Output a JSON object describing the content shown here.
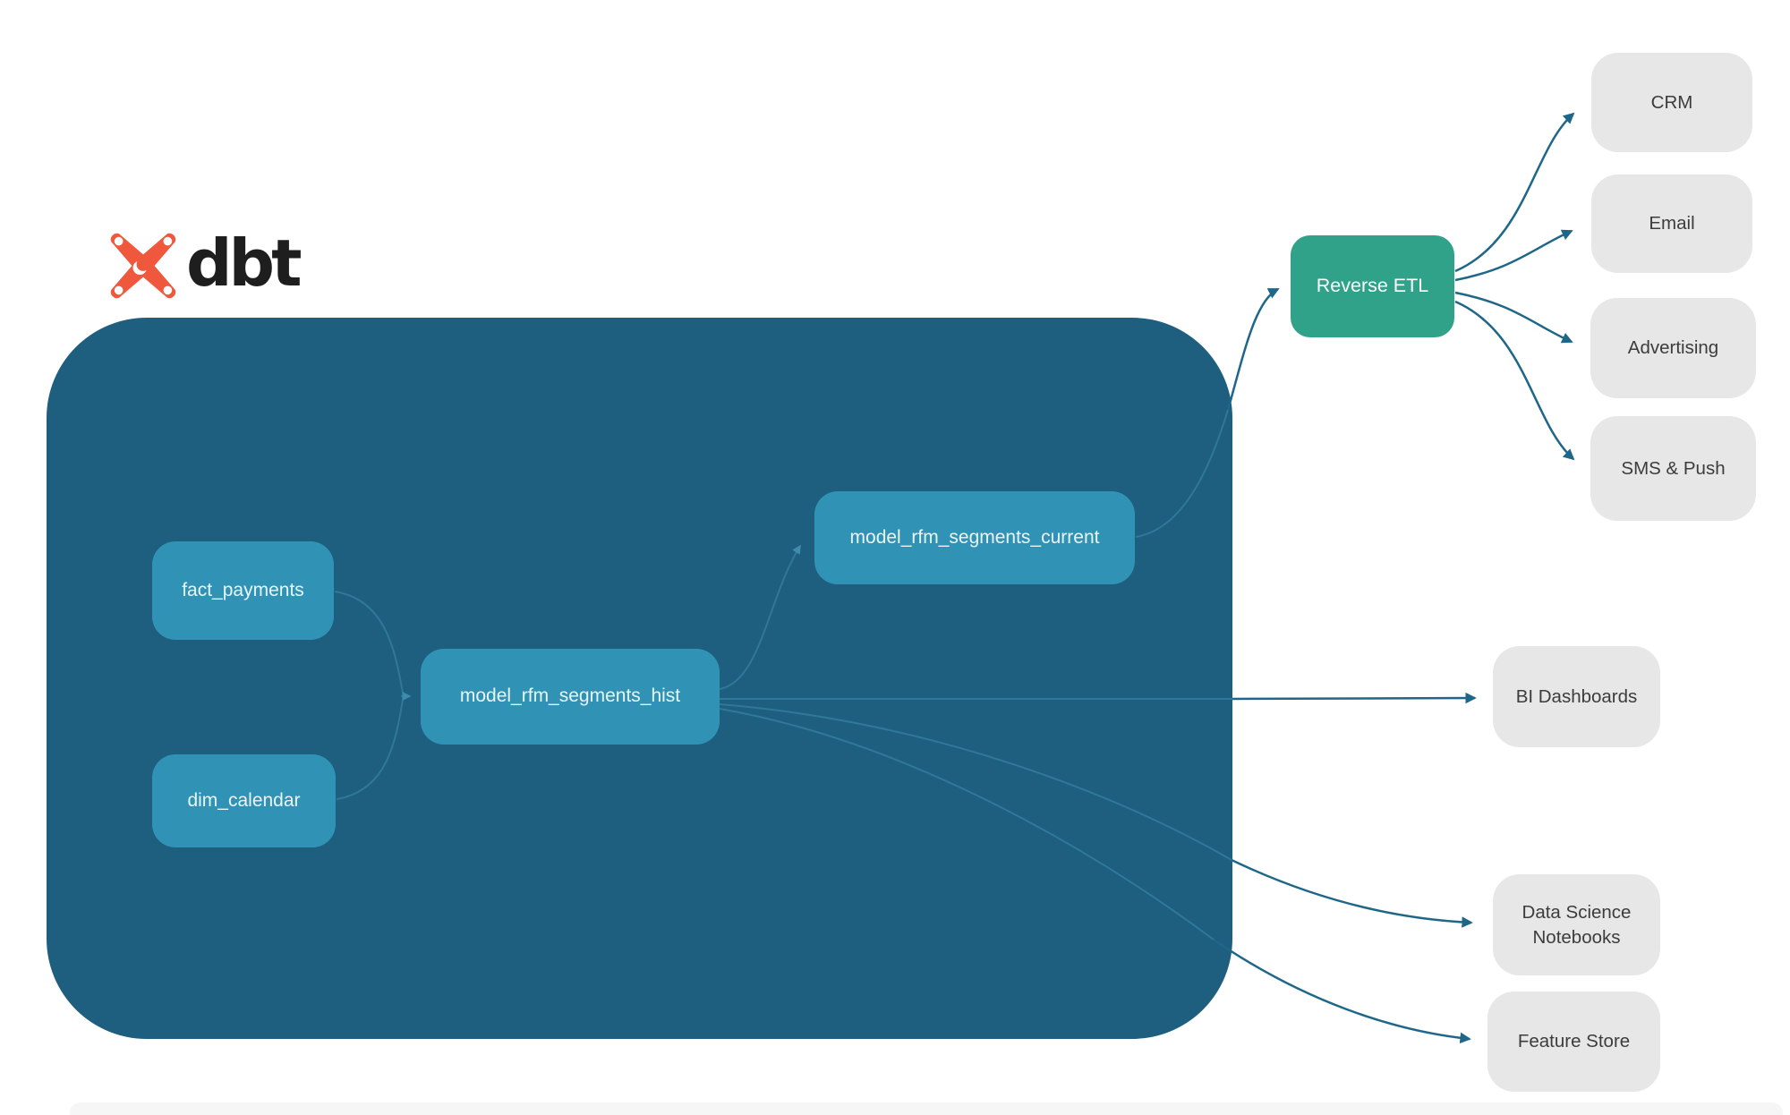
{
  "logo": {
    "brand": "dbt",
    "icon": "dbt-supernova-icon"
  },
  "warehouse": {
    "nodes": {
      "fact_payments": {
        "label": "fact_payments"
      },
      "dim_calendar": {
        "label": "dim_calendar"
      },
      "model_rfm_segments_hist": {
        "label": "model_rfm_segments_hist"
      },
      "model_rfm_segments_current": {
        "label": "model_rfm_segments_current"
      }
    }
  },
  "activation": {
    "reverse_etl": {
      "label": "Reverse ETL"
    }
  },
  "destinations": {
    "crm": {
      "label": "CRM"
    },
    "email": {
      "label": "Email"
    },
    "advertising": {
      "label": "Advertising"
    },
    "sms_push": {
      "label": "SMS & Push"
    },
    "bi_dashboards": {
      "label": "BI Dashboards"
    },
    "data_science_notebooks": {
      "label": "Data Science Notebooks"
    },
    "feature_store": {
      "label": "Feature Store"
    }
  },
  "edges": [
    {
      "from": "fact_payments",
      "to": "model_rfm_segments_hist"
    },
    {
      "from": "dim_calendar",
      "to": "model_rfm_segments_hist"
    },
    {
      "from": "model_rfm_segments_hist",
      "to": "model_rfm_segments_current"
    },
    {
      "from": "model_rfm_segments_current",
      "to": "Reverse ETL"
    },
    {
      "from": "Reverse ETL",
      "to": "CRM"
    },
    {
      "from": "Reverse ETL",
      "to": "Email"
    },
    {
      "from": "Reverse ETL",
      "to": "Advertising"
    },
    {
      "from": "Reverse ETL",
      "to": "SMS & Push"
    },
    {
      "from": "model_rfm_segments_hist",
      "to": "BI Dashboards"
    },
    {
      "from": "model_rfm_segments_hist",
      "to": "Data Science Notebooks"
    },
    {
      "from": "model_rfm_segments_hist",
      "to": "Feature Store"
    }
  ],
  "colors": {
    "container_bg": "#1e5f80",
    "model_node_bg": "#3093b6",
    "model_node_text": "#e9f5f9",
    "reverse_etl_bg": "#2fa289",
    "destination_bg": "#e7e7e7",
    "destination_text": "#3c3c3c",
    "edge_dark": "#1f6789",
    "edge_light": "#2f7897",
    "logo_orange": "#f0583e",
    "logo_text": "#1e1e1e"
  }
}
